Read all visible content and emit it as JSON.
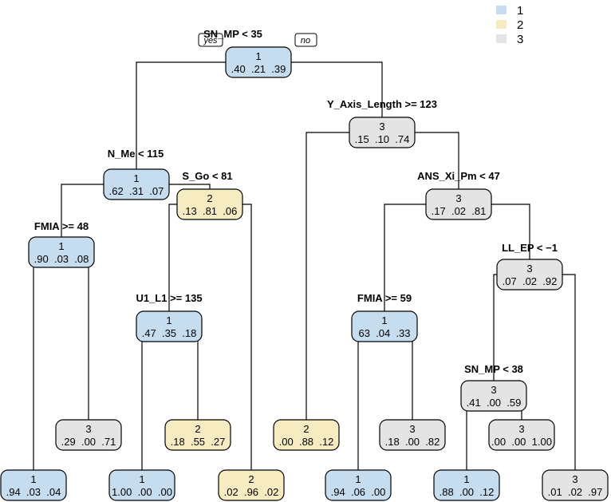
{
  "colors": {
    "1": "#c6dcef",
    "2": "#f7ecc1",
    "3": "#e4e4e4"
  },
  "legend": [
    {
      "label": "1",
      "color": "#c6dcef"
    },
    {
      "label": "2",
      "color": "#f7ecc1"
    },
    {
      "label": "3",
      "color": "#e4e4e4"
    }
  ],
  "branch_labels": {
    "yes": "yes",
    "no": "no"
  },
  "nodes": [
    {
      "id": "n1",
      "cls": "1",
      "probs": ".40  .21  .39",
      "split": "SN_MP < 35"
    },
    {
      "id": "n2",
      "cls": "1",
      "probs": ".62  .31  .07",
      "split": "N_Me < 115"
    },
    {
      "id": "n3",
      "cls": "3",
      "probs": ".15  .10  .74",
      "split": "Y_Axis_Length >= 123"
    },
    {
      "id": "n4",
      "cls": "1",
      "probs": ".90  .03  .08",
      "split": "FMIA >= 48"
    },
    {
      "id": "n5",
      "cls": "2",
      "probs": ".13  .81  .06",
      "split": "S_Go < 81"
    },
    {
      "id": "n7",
      "cls": "3",
      "probs": ".17  .02  .81",
      "split": "ANS_Xi_Pm < 47"
    },
    {
      "id": "n10",
      "cls": "1",
      "probs": ".47  .35  .18",
      "split": "U1_L1 >= 135"
    },
    {
      "id": "n14",
      "cls": "1",
      "probs": "63  .04  .33",
      "split": "FMIA >= 59"
    },
    {
      "id": "n15",
      "cls": "3",
      "probs": ".07  .02  .92",
      "split": "LL_EP < −1"
    },
    {
      "id": "n31",
      "cls": "3",
      "probs": ".41  .00  .59",
      "split": "SN_MP < 38"
    },
    {
      "id": "n9",
      "cls": "3",
      "probs": ".29  .00  .71",
      "split": ""
    },
    {
      "id": "n21",
      "cls": "2",
      "probs": ".18  .55  .27",
      "split": ""
    },
    {
      "id": "n6",
      "cls": "2",
      "probs": ".00  .88  .12",
      "split": ""
    },
    {
      "id": "n29",
      "cls": "3",
      "probs": ".18  .00  .82",
      "split": ""
    },
    {
      "id": "n63",
      "cls": "3",
      "probs": ".00  .00  1.00",
      "split": ""
    },
    {
      "id": "n8",
      "cls": "1",
      "probs": ".94  .03  .04",
      "split": ""
    },
    {
      "id": "n20",
      "cls": "1",
      "probs": "1.00  .00  .00",
      "split": ""
    },
    {
      "id": "n11",
      "cls": "2",
      "probs": ".02  .96  .02",
      "split": ""
    },
    {
      "id": "n28",
      "cls": "1",
      "probs": ".94  .06  .00",
      "split": ""
    },
    {
      "id": "n62",
      "cls": "1",
      "probs": ".88  .00  .12",
      "split": ""
    },
    {
      "id": "n30",
      "cls": "3",
      "probs": ".01  .02  .97",
      "split": ""
    }
  ],
  "edges": [
    [
      "n1",
      "n2"
    ],
    [
      "n1",
      "n3"
    ],
    [
      "n2",
      "n4"
    ],
    [
      "n2",
      "n5"
    ],
    [
      "n3",
      "n6"
    ],
    [
      "n3",
      "n7"
    ],
    [
      "n4",
      "n8"
    ],
    [
      "n4",
      "n9"
    ],
    [
      "n5",
      "n10"
    ],
    [
      "n5",
      "n11"
    ],
    [
      "n7",
      "n14"
    ],
    [
      "n7",
      "n15"
    ],
    [
      "n10",
      "n20"
    ],
    [
      "n10",
      "n21"
    ],
    [
      "n14",
      "n28"
    ],
    [
      "n14",
      "n29"
    ],
    [
      "n15",
      "n31"
    ],
    [
      "n15",
      "n30"
    ],
    [
      "n31",
      "n62"
    ],
    [
      "n31",
      "n63"
    ]
  ]
}
